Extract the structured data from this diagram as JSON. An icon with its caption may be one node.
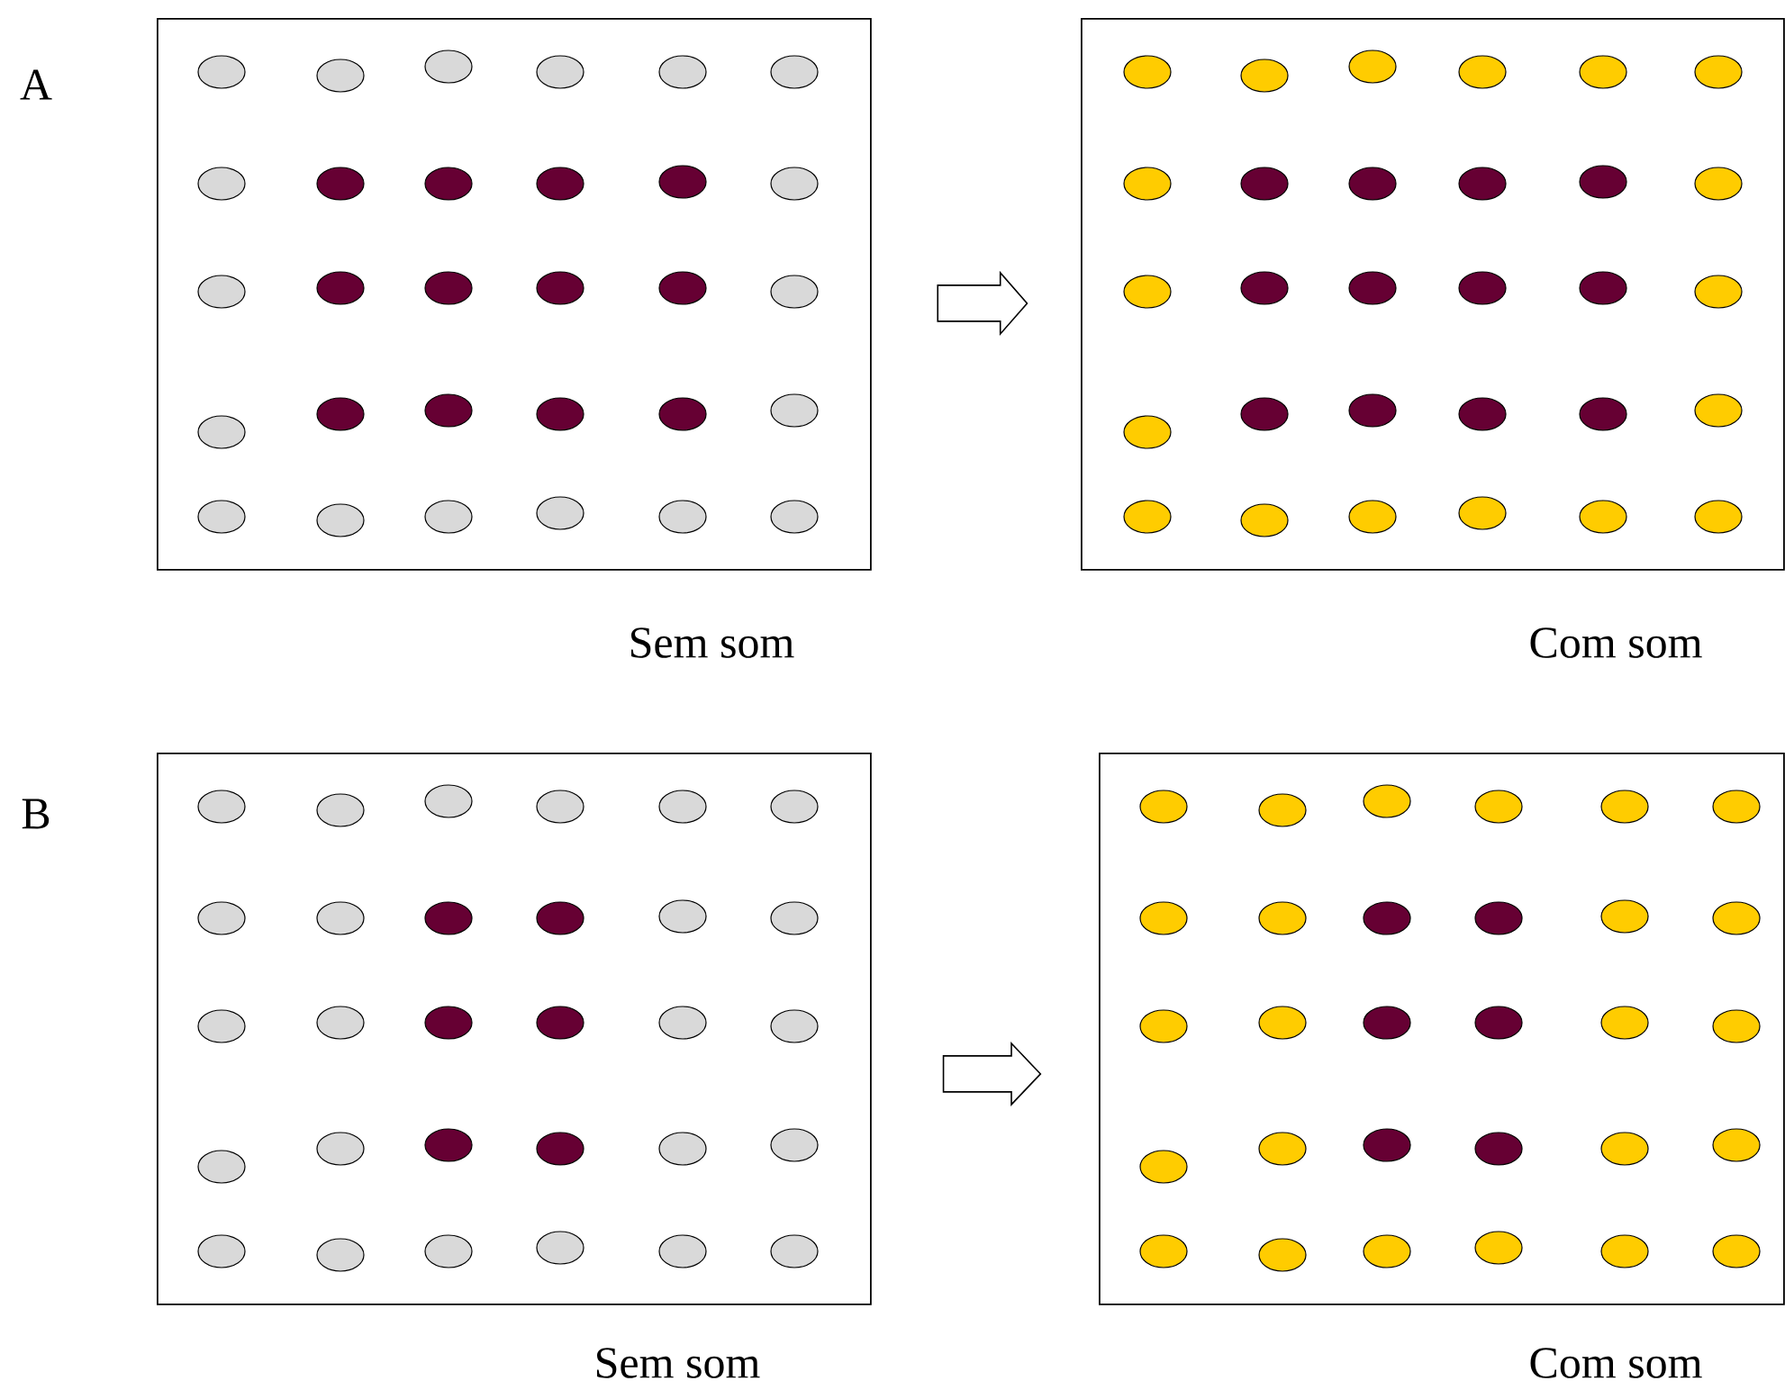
{
  "diagram": {
    "nodes": [
      {
        "text": [],
        "shape": "box",
        "beside": [
          "Sem som"
        ]
      },
      {
        "text": [],
        "shape": "box",
        "beside": [
          "Com som"
        ]
      },
      {
        "text": [],
        "shape": "box",
        "beside": [
          "Sem som"
        ]
      },
      {
        "text": [],
        "shape": "box",
        "beside": [
          "Com som"
        ]
      }
    ],
    "edges": [
      {
        "from": 0,
        "to": 1,
        "arrow": "to"
      },
      {
        "from": 2,
        "to": 3,
        "arrow": "to"
      }
    ],
    "labels": [
      "A",
      "B"
    ]
  }
}
